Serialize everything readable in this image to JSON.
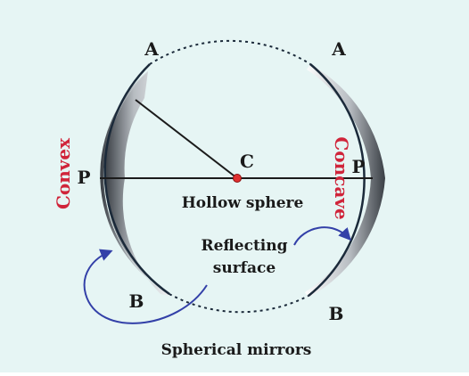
{
  "diagram": {
    "background_color": "#e6f5f4",
    "accent_color": "#d0243a",
    "arrow_color": "#3340a8",
    "labels": {
      "a_left": "A",
      "a_right": "A",
      "b_left": "B",
      "b_right": "B",
      "p_left": "P",
      "p_right": "P",
      "center": "C",
      "hollow_sphere": "Hollow sphere",
      "reflecting_line1": "Reflecting",
      "reflecting_line2": "surface",
      "convex": "Convex",
      "concave": "Concave",
      "caption": "Spherical mirrors"
    }
  }
}
